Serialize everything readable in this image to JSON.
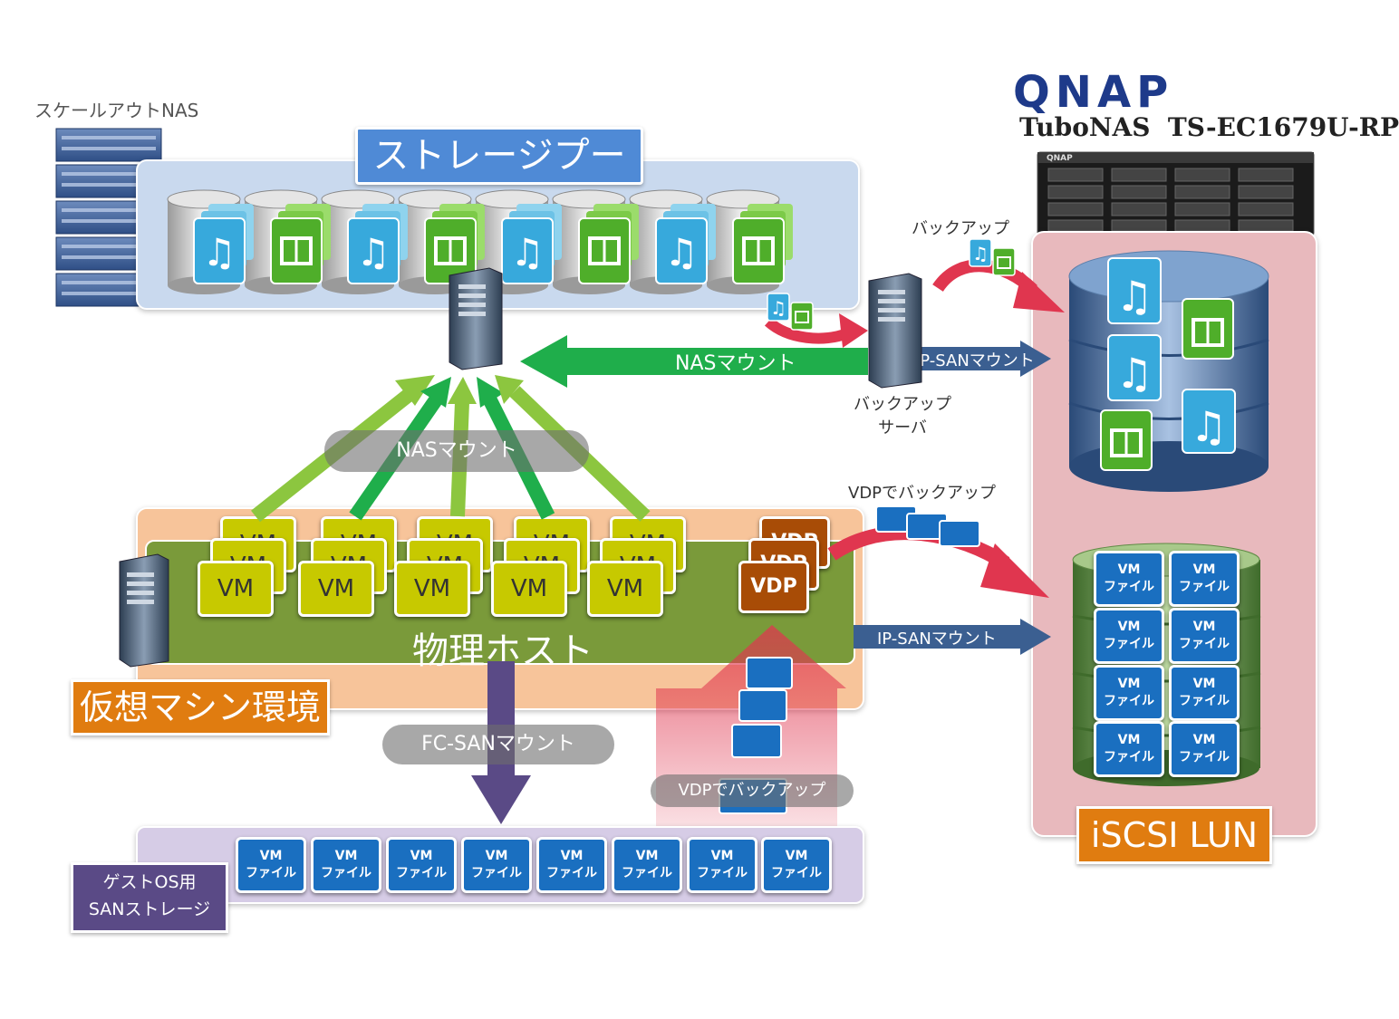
{
  "brand": {
    "logo": "QNAP",
    "model": "TuboNAS  TS-EC1679U-RP"
  },
  "labels": {
    "scaleout_nas": "スケールアウトNAS",
    "storage_pool": "ストレージプール",
    "backup_top": "バックアップ",
    "nas_mount_arrow": "NASマウント",
    "ipsan_mount_top": "IP-SANマウント",
    "backup_server": "バックアップ\nサーバ",
    "nas_mount_pill": "NASマウント",
    "vdp_backup_right": "VDPでバックアップ",
    "physical_host": "物理ホスト",
    "ipsan_mount_bottom": "IP-SANマウント",
    "vm_env": "仮想マシン環境",
    "fcsan_mount": "FC-SANマウント",
    "vdp_backup_bottom": "VDPでバックアップ",
    "guest_san": "ゲストOS用\nSANストレージ",
    "iscsi_lun": "iSCSI LUN"
  },
  "vm_label": "VM",
  "vdp_label": "VDP",
  "vm_file": {
    "line1": "VM",
    "line2": "ファイル"
  },
  "colors": {
    "storage_pool_bg": "#c9d9ee",
    "storage_title_bg": "#4f8ad6",
    "vm_env_bg": "#f7c49a",
    "physical_host_bg": "#7a9a3a",
    "vm_box": "#c7c900",
    "vdp_box": "#a84c06",
    "vm_file_box": "#1a6fc0",
    "iscsi_bg": "#e8b9bd",
    "green_arrow": "#1fae4b",
    "light_green_arrow": "#8cc63f",
    "blue_arrow": "#3b5f91",
    "purple_arrow": "#5a4a86",
    "red_arrow": "#e0364f",
    "guest_san_tag": "#5a4a86",
    "vm_env_tag": "#e07c10",
    "logo_blue": "#1e3a8a"
  }
}
